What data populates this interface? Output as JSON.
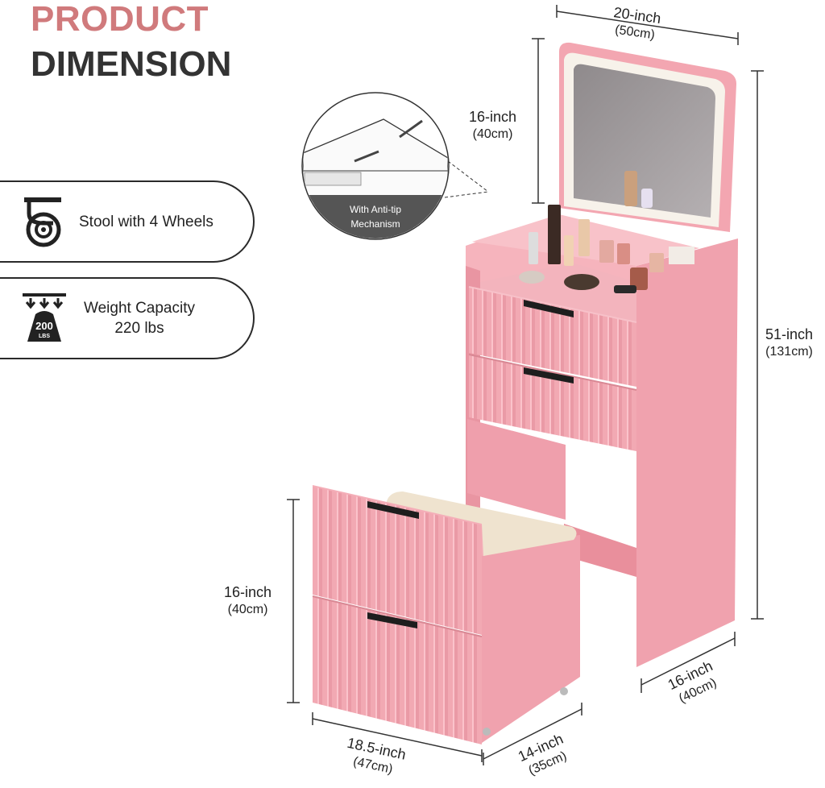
{
  "header": {
    "line1": "PRODUCT",
    "line2": "DIMENSION",
    "line1_color": "#d07a7c",
    "line2_color": "#333333"
  },
  "features": [
    {
      "icon": "caster-wheel-icon",
      "label": "Stool with 4 Wheels"
    },
    {
      "icon": "weight-200lbs-icon",
      "label_line1": "Weight Capacity",
      "label_line2": "220 lbs",
      "badge_top": "200",
      "badge_bottom": "LBS"
    }
  ],
  "callout": {
    "label_line1": "With Anti-tip",
    "label_line2": "Mechanism"
  },
  "dimensions": {
    "vanity_width": {
      "inch": "20-inch",
      "cm": "(50cm)"
    },
    "mirror_height": {
      "inch": "16-inch",
      "cm": "(40cm)"
    },
    "vanity_height": {
      "inch": "51-inch",
      "cm": "(131cm)"
    },
    "vanity_depth": {
      "inch": "16-inch",
      "cm": "(40cm)"
    },
    "stool_height": {
      "inch": "16-inch",
      "cm": "(40cm)"
    },
    "stool_width": {
      "inch": "18.5-inch",
      "cm": "(47cm)"
    },
    "stool_depth": {
      "inch": "14-inch",
      "cm": "(35cm)"
    }
  },
  "colors": {
    "furniture_pink": "#f2a9b3",
    "furniture_shade": "#e4949f",
    "cushion": "#efe3cf",
    "handle": "#1e1e1e"
  }
}
